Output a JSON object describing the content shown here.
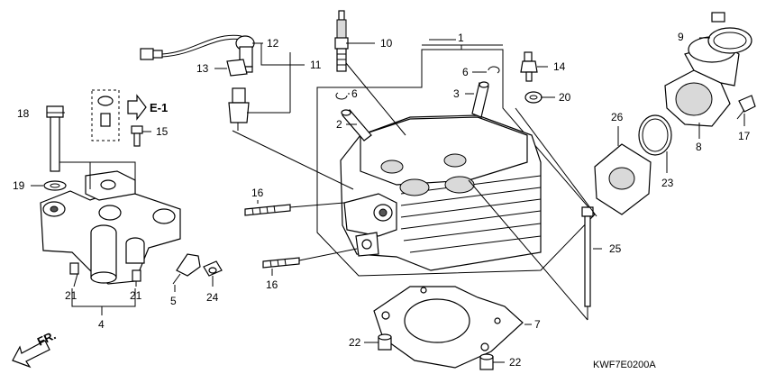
{
  "parts": {
    "p1": "1",
    "p2": "2",
    "p3": "3",
    "p4": "4",
    "p5": "5",
    "p6a": "6",
    "p6b": "6",
    "p7": "7",
    "p8": "8",
    "p9": "9",
    "p10": "10",
    "p11": "11",
    "p12": "12",
    "p13": "13",
    "p14": "14",
    "p15": "15",
    "p16a": "16",
    "p16b": "16",
    "p17": "17",
    "p18": "18",
    "p19": "19",
    "p20": "20",
    "p21a": "21",
    "p21b": "21",
    "p22a": "22",
    "p22b": "22",
    "p23": "23",
    "p24": "24",
    "p25": "25",
    "p26": "26"
  },
  "reference": "E-1",
  "front_label": "FR.",
  "diagram_code": "KWF7E0200A"
}
